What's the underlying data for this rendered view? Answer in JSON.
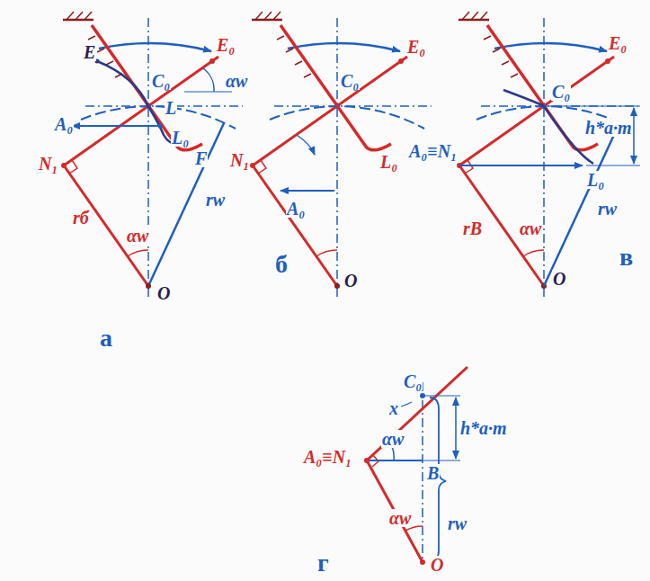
{
  "diagram": {
    "labels": [
      "E",
      "E₀",
      "C₀",
      "αw",
      "L",
      "L₀",
      "A₀",
      "F",
      "N₁",
      "rб",
      "αw",
      "rw",
      "O",
      "а",
      "E₀",
      "C₀",
      "N₁",
      "A₀",
      "L₀",
      "O",
      "б",
      "E₀",
      "C₀",
      "h*a·m",
      "A₀≡N₁",
      "L₀",
      "αw",
      "rB",
      "rw",
      "O",
      "в",
      "C₀",
      "x",
      "h*a·m",
      "A₀≡N₁",
      "αw",
      "B",
      "αw",
      "rw",
      "O",
      "г"
    ]
  }
}
